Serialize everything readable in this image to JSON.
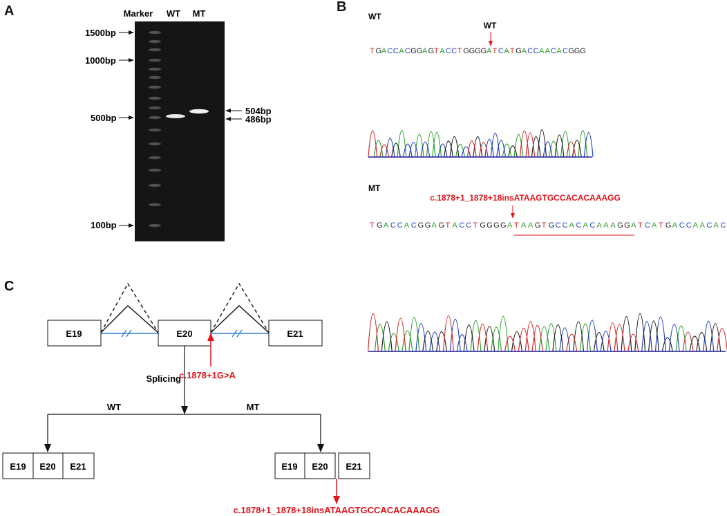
{
  "panels": {
    "a": "A",
    "b": "B",
    "c": "C"
  },
  "gel": {
    "lanes": {
      "marker": "Marker",
      "wt": "WT",
      "mt": "MT"
    },
    "marker_labels": [
      "1500bp",
      "1000bp",
      "500bp",
      "100bp"
    ],
    "band_labels": [
      "504bp",
      "486bp"
    ],
    "colors": {
      "gel_background": "#151515",
      "band": "#f2f2f2"
    }
  },
  "sequencing": {
    "wt": {
      "title": "WT",
      "arrow_label": "WT",
      "bases": "TGACCACGGAGTACCTGGGGATCATGACCAACACGGG"
    },
    "mt": {
      "title": "MT",
      "arrow_label": "c.1878+1_1878+18insATAAGTGCCACACAAAGG",
      "bases": "TGACCACGGAGTACCTGGGGATAAGTGCCACACAAAGGATCATGACCAACAC"
    },
    "base_colors": {
      "A": "#2ca02c",
      "C": "#1f3fbf",
      "G": "#222222",
      "T": "#d62728"
    }
  },
  "diagram": {
    "exons_top": [
      "E19",
      "E20",
      "E21"
    ],
    "mutation_label": "c.1878+1G>A",
    "splicing_label": "Splicing",
    "branch_wt": "WT",
    "branch_mt": "MT",
    "wt_product": [
      "E19",
      "E20",
      "E21"
    ],
    "mt_product": [
      "E19",
      "E20",
      "E21"
    ],
    "insertion_label": "c.1878+1_1878+18insATAAGTGCCACACAAAGG",
    "colors": {
      "accent": "#e3141c",
      "intron": "#2b7fd1"
    }
  }
}
